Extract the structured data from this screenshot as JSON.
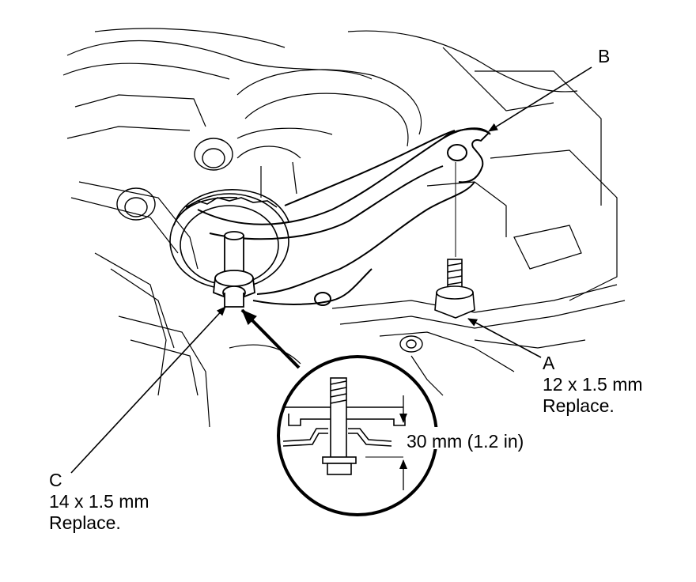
{
  "callouts": {
    "A": {
      "letter": "A",
      "size": "12 x 1.5 mm",
      "note": "Replace."
    },
    "B": {
      "letter": "B"
    },
    "C": {
      "letter": "C",
      "size": "14 x 1.5 mm",
      "note": "Replace."
    }
  },
  "detail": {
    "dimension": "30 mm (1.2 in)"
  },
  "colors": {
    "ink": "#000000",
    "background": "#ffffff"
  }
}
